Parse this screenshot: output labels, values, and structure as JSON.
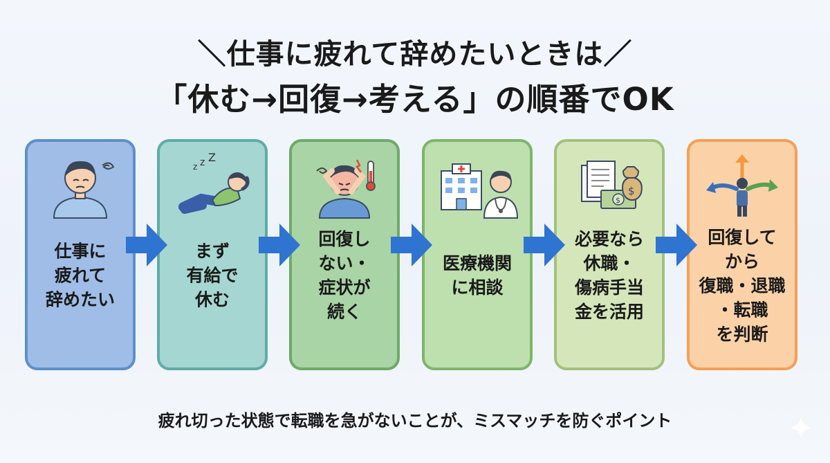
{
  "title": {
    "line1": "＼仕事に疲れて辞めたいときは／",
    "line2": "「休む→回復→考える」の順番でOK"
  },
  "steps": [
    {
      "label": "仕事に\n疲れて\n辞めたい",
      "icon": "tired-person-icon"
    },
    {
      "label": "まず\n有給で\n休む",
      "icon": "resting-person-icon"
    },
    {
      "label": "回復し\nない・\n症状が\n続く",
      "icon": "headache-person-icon"
    },
    {
      "label": "医療機関\nに相談",
      "icon": "hospital-doctor-icon"
    },
    {
      "label": "必要なら\n休職・\n傷病手当\n金を活用",
      "icon": "documents-money-icon"
    },
    {
      "label": "回復して\nから\n復職・退職\n・転職\nを判断",
      "icon": "crossroads-person-icon"
    }
  ],
  "footer": "疲れ切った状態で転職を急がないことが、ミスマッチを防ぐポイント",
  "colors": {
    "arrow": "#2f74d0"
  }
}
